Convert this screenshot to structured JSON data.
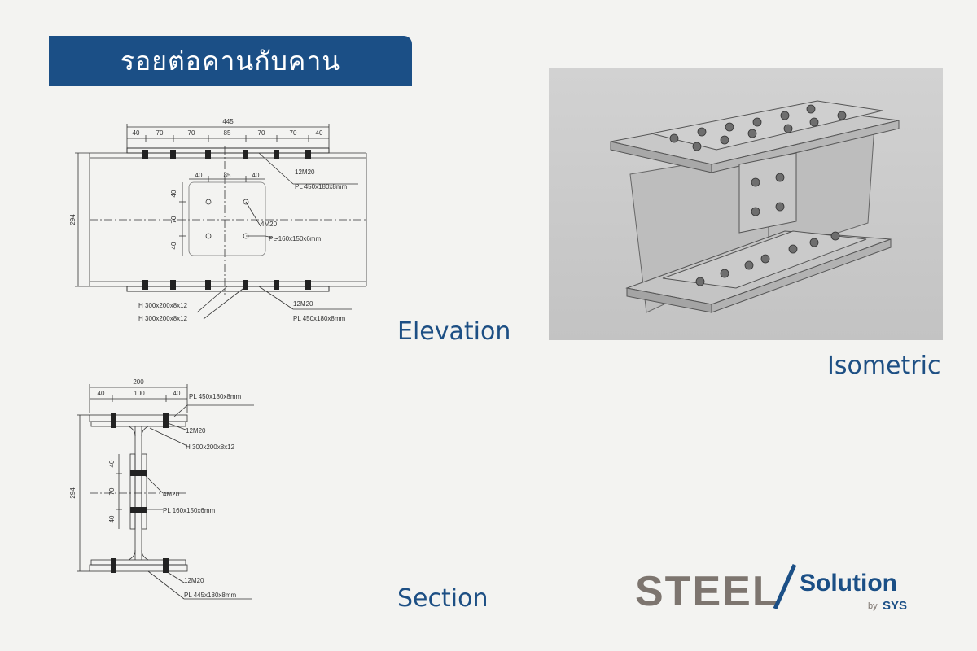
{
  "title": "รอยต่อคานกับคาน",
  "captions": {
    "elevation": "Elevation",
    "isometric": "Isometric",
    "section": "Section"
  },
  "elevation": {
    "overall": "445",
    "top_dims": [
      "40",
      "70",
      "70",
      "85",
      "70",
      "70",
      "40"
    ],
    "web_dims": [
      "40",
      "85",
      "40"
    ],
    "web_vert_dims": [
      "40",
      "70",
      "40"
    ],
    "depth": "294",
    "labels": {
      "flange_bolts": "12M20",
      "flange_plate": "PL 450x180x8mm",
      "web_bolts": "4M20",
      "web_plate": "PL 160x150x6mm",
      "beam1": "H 300x200x8x12",
      "beam2": "H 300x200x8x12",
      "bottom_bolts": "12M20",
      "bottom_plate": "PL 450x180x8mm"
    }
  },
  "section": {
    "width": "200",
    "top_dims": [
      "40",
      "100",
      "40"
    ],
    "depth": "294",
    "web_vert_dims": [
      "40",
      "70",
      "40"
    ],
    "labels": {
      "top_plate": "PL 450x180x8mm",
      "top_bolts": "12M20",
      "beam": "H 300x200x8x12",
      "web_bolts": "4M20",
      "web_plate": "PL 160x150x6mm",
      "bottom_bolts": "12M20",
      "bottom_plate": "PL 445x180x8mm"
    }
  },
  "logo": {
    "brand": "STEEL",
    "product": "Solution",
    "by": "by",
    "maker": "SYS"
  },
  "colors": {
    "banner": "#1b4f86",
    "caption": "#1d4f84",
    "logo_gray": "#7d756f",
    "logo_blue": "#1b4f86"
  }
}
